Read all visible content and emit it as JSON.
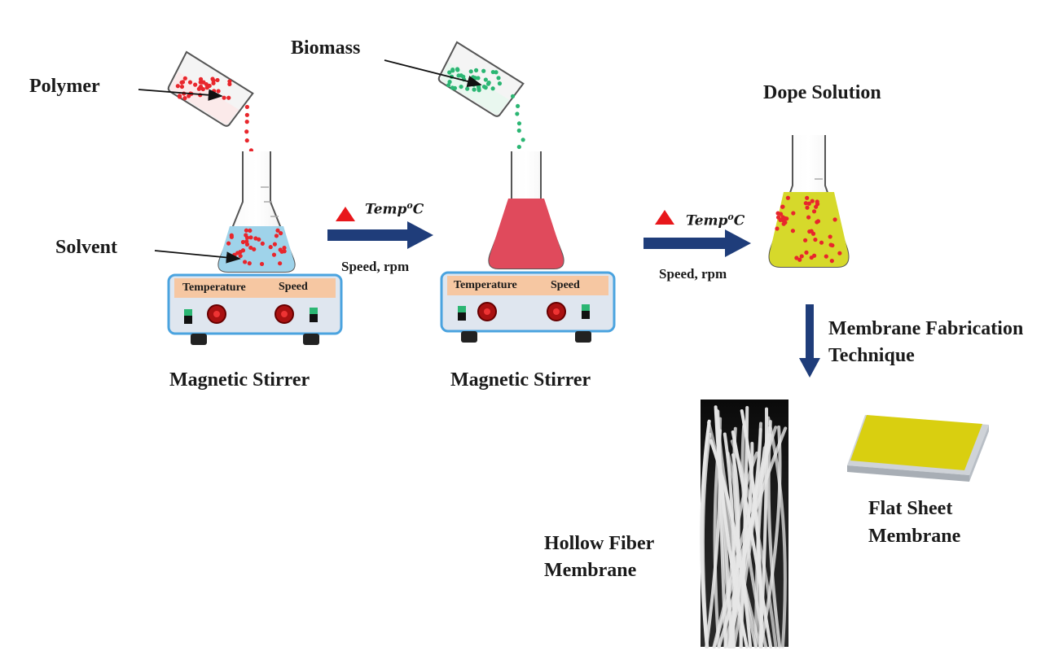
{
  "labels": {
    "polymer": "Polymer",
    "biomass": "Biomass",
    "solvent": "Solvent",
    "dope_solution": "Dope Solution",
    "magnetic_stirrer_1": "Magnetic Stirrer",
    "magnetic_stirrer_2": "Magnetic Stirrer",
    "membrane_fabrication_line1": "Membrane Fabrication",
    "membrane_fabrication_line2": "Technique",
    "hollow_fiber_line1": "Hollow Fiber",
    "hollow_fiber_line2": "Membrane",
    "flat_sheet_line1": "Flat Sheet",
    "flat_sheet_line2": "Membrane"
  },
  "stirrer_1": {
    "temperature_label": "Temperature",
    "speed_label": "Speed"
  },
  "stirrer_2": {
    "temperature_label": "Temperature",
    "speed_label": "Speed"
  },
  "step_1": {
    "temp_text": "Temp",
    "temp_degree": "o",
    "temp_unit": "C",
    "speed_text": "Speed, rpm"
  },
  "step_2": {
    "temp_text": "Temp",
    "temp_degree": "o",
    "temp_unit": "C",
    "speed_text": "Speed, rpm"
  },
  "colors": {
    "polymer_particles": "#e8262c",
    "biomass_particles": "#2bb673",
    "solvent_liquid": "#9fd3ea",
    "mixed_liquid": "#e04a5c",
    "dope_liquid": "#d6d92b",
    "arrow": "#1f3d7a",
    "heat_triangle": "#e8171b",
    "stirrer_panel": "#f6c7a2",
    "stirrer_body": "#dfe6ef",
    "stirrer_border": "#4aa3df",
    "flat_sheet_top": "#d9cf10"
  }
}
